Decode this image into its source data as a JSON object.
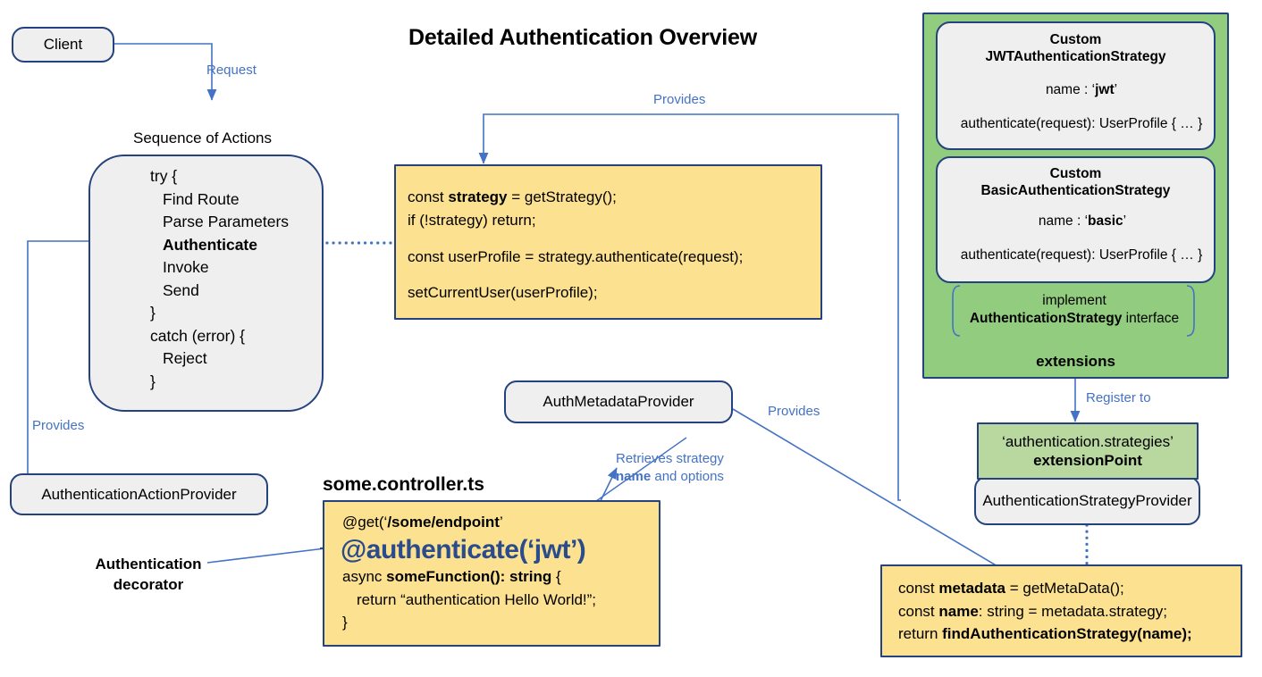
{
  "title": "Detailed Authentication Overview",
  "colors": {
    "line": "#4472c4",
    "border": "#24427e",
    "grey_fill": "#efefef",
    "yellow_fill": "#fce191",
    "green_fill": "#92cc7e",
    "green_light_fill": "#b8d8a0",
    "accent_text": "#2b4c8c"
  },
  "nodes": {
    "client": "Client",
    "sequence_caption": "Sequence of Actions",
    "sequence_lines": [
      "try {",
      "Find Route",
      "Parse Parameters",
      "Authenticate",
      "Invoke",
      "Send",
      "}",
      "catch (error) {",
      "Reject",
      "}"
    ],
    "auth_action_provider": "AuthenticationActionProvider",
    "auth_metadata_provider": "AuthMetadataProvider",
    "auth_strategy_provider": "AuthenticationStrategyProvider",
    "extension_point": {
      "line1": "‘authentication.strategies’",
      "line2": "extensionPoint"
    },
    "authentication_decorator": {
      "line1": "Authentication",
      "line2": "decorator"
    },
    "controller_filename": "some.controller.ts"
  },
  "strategy_code": {
    "l1_pre": "const ",
    "l1_bold": "strategy",
    "l1_post": " = getStrategy();",
    "l2": "if (!strategy) return;",
    "l3": "const userProfile = strategy.authenticate(request);",
    "l4": "setCurrentUser(userProfile);"
  },
  "controller_code": {
    "l1_pre": "@get(‘",
    "l1_bold": "/some/endpoint",
    "l1_post": "’",
    "decorator": "@authenticate(‘jwt’)",
    "l3_pre": "async ",
    "l3_bold": "someFunction(): string",
    "l3_post": " {",
    "l4": "return “authentication Hello World!”;",
    "l5": "}"
  },
  "provider_code": {
    "l1_pre": "const ",
    "l1_bold": "metadata",
    "l1_post": " = getMetaData();",
    "l2_pre": "const ",
    "l2_bold": "name",
    "l2_post": ": string = metadata.strategy;",
    "l3_pre": "return ",
    "l3_bold": "findAuthenticationStrategy(name);"
  },
  "extensions_panel": {
    "jwt": {
      "title_l1": "Custom",
      "title_l2": "JWTAuthenticationStrategy",
      "name_label": "name : ‘",
      "name_bold": "jwt",
      "name_close": "’",
      "method": "authenticate(request): UserProfile { … }"
    },
    "basic": {
      "title_l1": "Custom",
      "title_l2": "BasicAuthenticationStrategy",
      "name_label": "name : ‘",
      "name_bold": "basic",
      "name_close": "’",
      "method": "authenticate(request): UserProfile { … }"
    },
    "implement_l1": "implement",
    "implement_bold": "AuthenticationStrategy",
    "implement_tail": " interface",
    "footer": "extensions"
  },
  "edge_labels": {
    "request": "Request",
    "provides_top": "Provides",
    "provides_left": "Provides",
    "provides_meta": "Provides",
    "register_to": "Register to",
    "retrieves_l1": "Retrieves strategy",
    "retrieves_l2_bold": "name",
    "retrieves_l2_tail": " and options"
  }
}
